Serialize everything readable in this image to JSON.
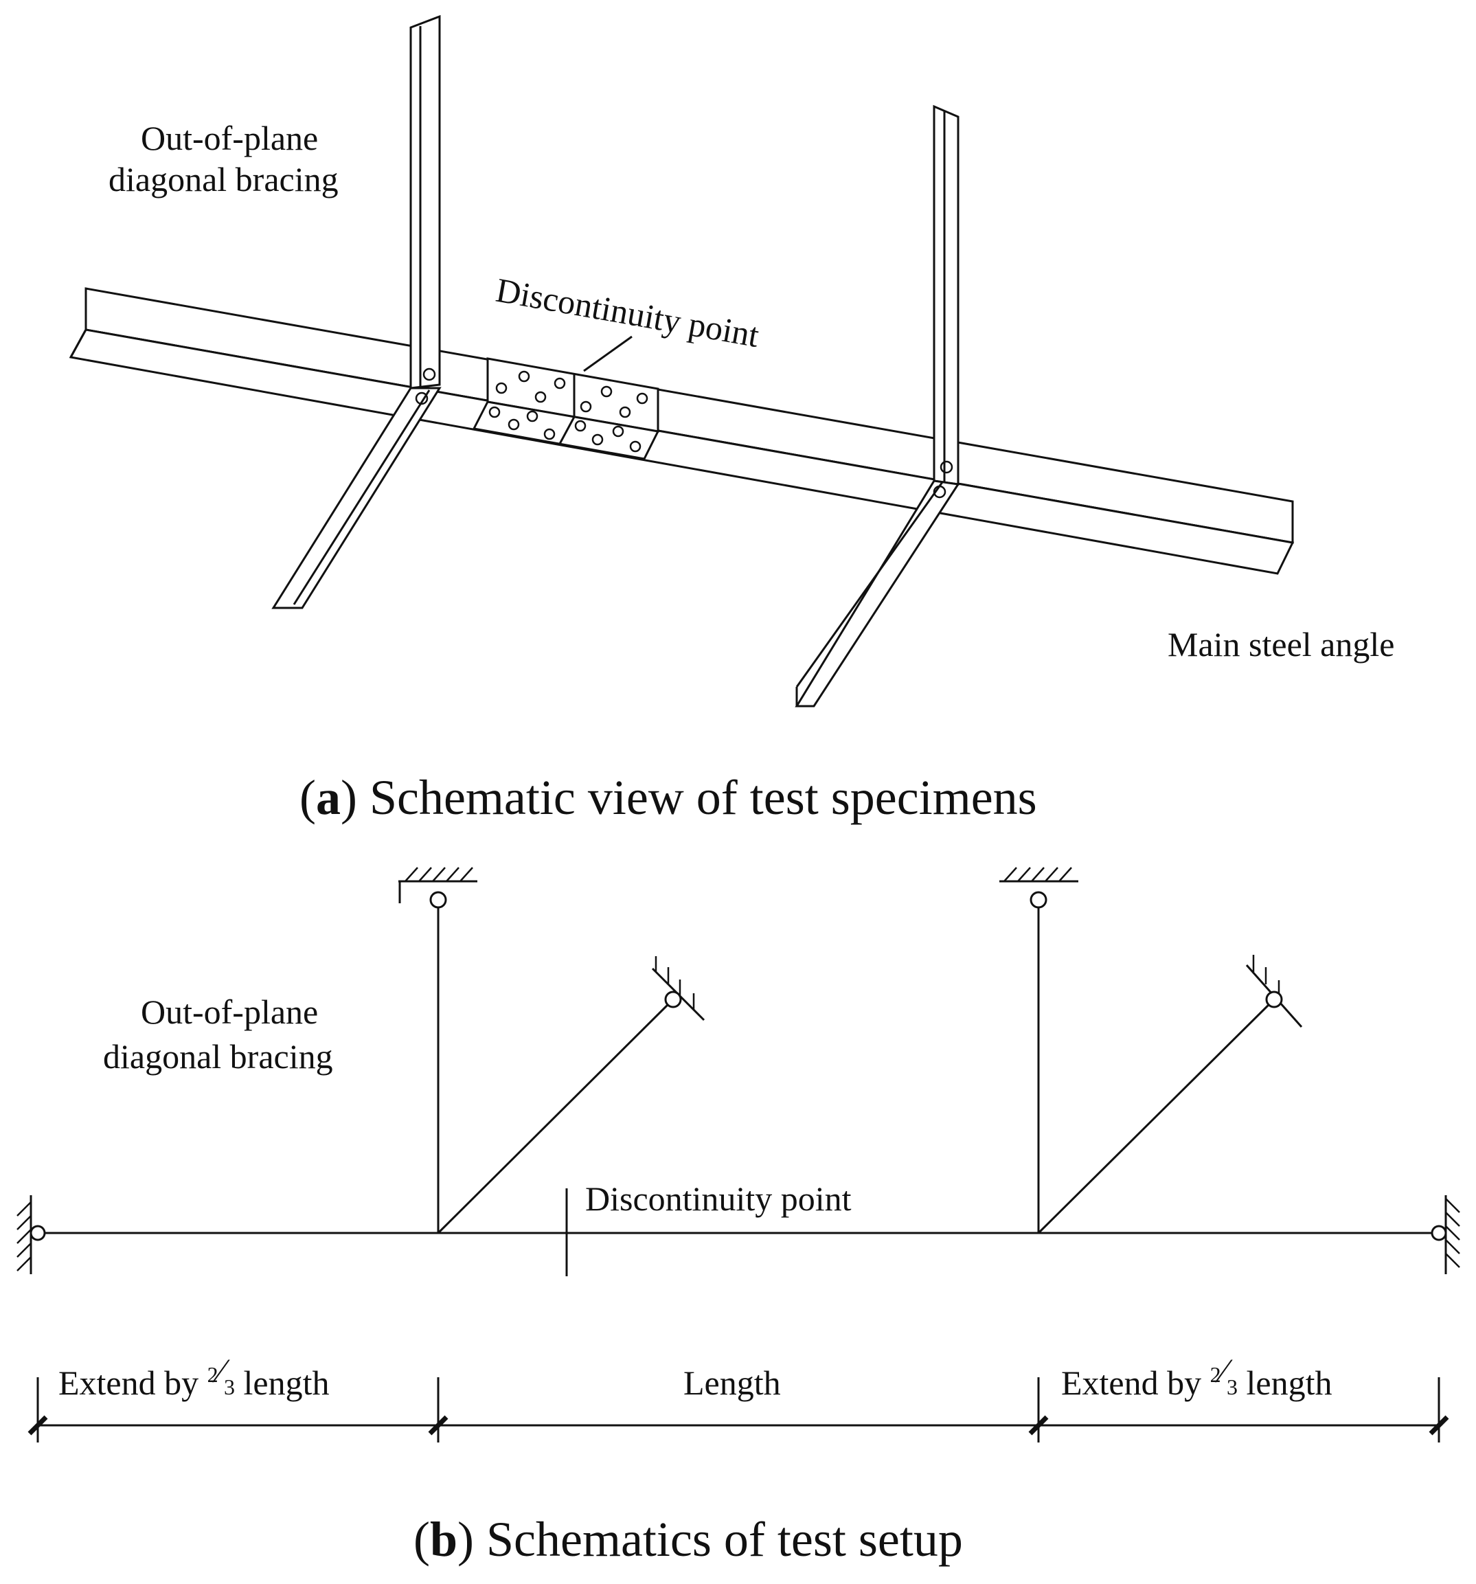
{
  "panel_a": {
    "label_bracing_line1": "Out-of-plane",
    "label_bracing_line2": "diagonal bracing",
    "label_discontinuity": "Discontinuity point",
    "label_main_angle": "Main steel angle",
    "caption_letter": "a",
    "caption_text": ") Schematic view of test specimens"
  },
  "panel_b": {
    "label_bracing_line1": "Out-of-plane",
    "label_bracing_line2": "diagonal bracing",
    "label_discontinuity": "Discontinuity point",
    "dim_left_prefix": "Extend by ",
    "dim_fraction_num": "2",
    "dim_fraction_den": "3",
    "dim_left_suffix": " length",
    "dim_center": "Length",
    "dim_right_prefix": "Extend by ",
    "dim_right_suffix": " length",
    "caption_letter": "b",
    "caption_text": ") Schematics of test setup"
  }
}
